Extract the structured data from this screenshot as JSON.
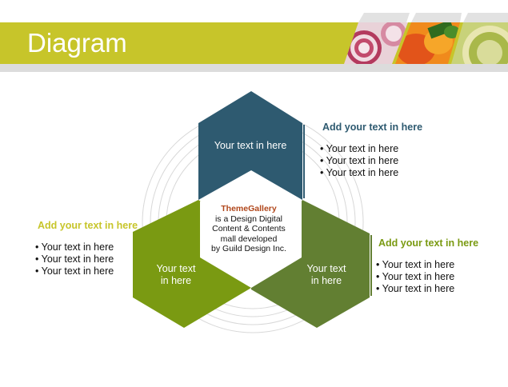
{
  "title": "Diagram",
  "colors": {
    "title_bar": "#c7c52a",
    "top_hex": "#2e5a70",
    "left_hex": "#7a9a12",
    "right_hex": "#627f32",
    "heading_top": "#2e5a70",
    "heading_green": "#7a9a12",
    "brand": "#b0461a"
  },
  "center": {
    "brand": "ThemeGallery",
    "lines": [
      "is a Design Digital",
      "Content & Contents",
      "mall developed",
      "by Guild Design Inc."
    ]
  },
  "hexes": {
    "top": {
      "line1": "Your text  in here"
    },
    "left": {
      "line1": "Your text",
      "line2": "in here"
    },
    "right": {
      "line1": "Your text",
      "line2": "in here"
    }
  },
  "blocks": {
    "top_right": {
      "heading": "Add your text in here",
      "bullets": [
        "• Your text in here",
        "• Your text in here",
        "• Your text in here"
      ]
    },
    "left": {
      "heading": "Add your text in here",
      "bullets": [
        "• Your text in here",
        "• Your text in here",
        "• Your text in here"
      ]
    },
    "bottom_right": {
      "heading": "Add your text in here",
      "bullets": [
        "• Your text in here",
        "• Your text in here",
        "• Your text in here"
      ]
    }
  }
}
